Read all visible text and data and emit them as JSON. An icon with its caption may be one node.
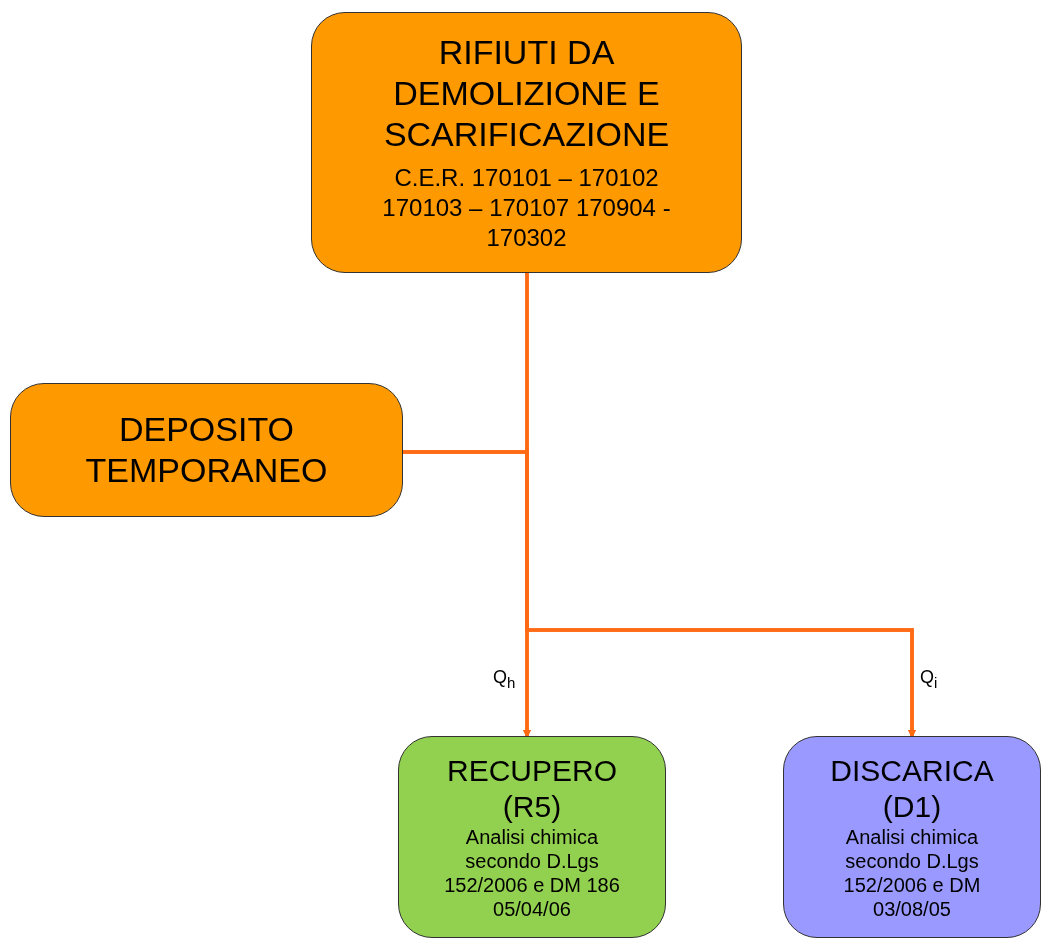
{
  "diagram": {
    "nodes": [
      {
        "text": [
          "RIFIUTI DA DEMOLIZIONE E SCARIFICAZIONE",
          "C.E.R. 170101 – 170102 170103 – 170107 170904 - 170302"
        ]
      },
      {
        "text": [
          "DEPOSITO TEMPORANEO"
        ]
      },
      {
        "text": [
          "RECUPERO (R5)",
          "Analisi chimica secondo D.Lgs 152/2006 e DM 186 05/04/06"
        ]
      },
      {
        "text": [
          "DISCARICA (D1)",
          "Analisi chimica secondo D.Lgs 152/2006 e DM 03/08/05"
        ]
      }
    ],
    "edges": [
      {
        "from": 0,
        "to": 2,
        "arrow": "to",
        "label": "Q$_{h}$"
      },
      {
        "from": 0,
        "to": 3,
        "arrow": "to",
        "label": "Q$_{i}$"
      },
      {
        "from": 1,
        "to": 2,
        "arrow": "to"
      },
      {
        "from": 1,
        "to": 3,
        "arrow": "to"
      }
    ]
  }
}
